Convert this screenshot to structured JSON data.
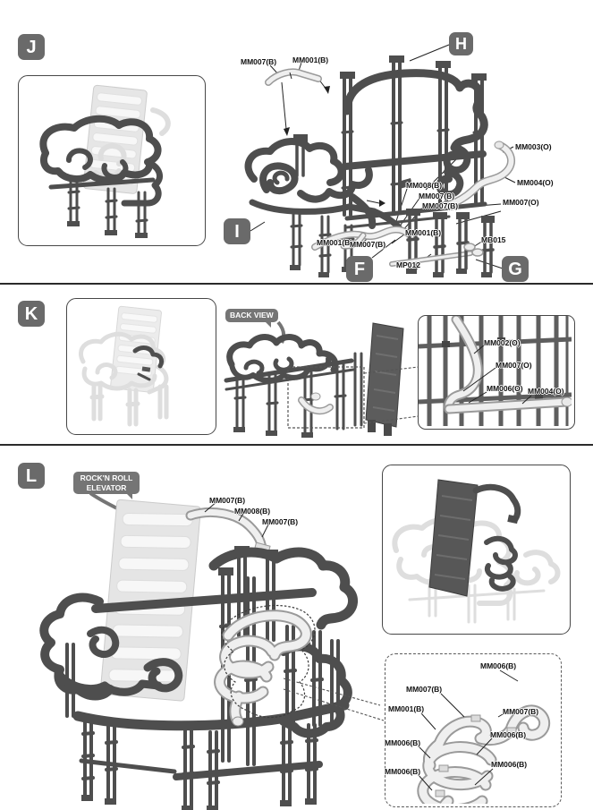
{
  "colors": {
    "badge_bg": "#6a6a6a",
    "bubble_bg": "#757575",
    "text": "#111111",
    "dark_tube": "#4e4e4e",
    "light_tube": "#efefef",
    "ghost": "#dedede",
    "divider": "#2b2b2b"
  },
  "steps": {
    "j": {
      "badge": "J",
      "callout_h": "H",
      "callout_i": "I",
      "callout_f": "F",
      "callout_g": "G",
      "labels": {
        "l1": "MM007(B)",
        "l2": "MM001(B)",
        "l3": "MM003(O)",
        "l4": "MM004(O)",
        "l5": "MM007(O)",
        "l6": "MM008(B)",
        "l7": "MM007(B)",
        "l8": "MM007(B)",
        "l9": "MM001(B)",
        "l10": "MM001(B)",
        "l11": "MM007(B)",
        "l12": "MB015",
        "l13": "MP012"
      }
    },
    "k": {
      "badge": "K",
      "back_view_tag": "BACK VIEW",
      "labels": {
        "l1": "MM002(O)",
        "l2": "MM007(O)",
        "l3": "MM006(O)",
        "l4": "MM004(O)"
      }
    },
    "l": {
      "badge": "L",
      "elevator_tag_line1": "ROCK'N ROLL",
      "elevator_tag_line2": "ELEVATOR",
      "labels": {
        "l1": "MM007(B)",
        "l2": "MM008(B)",
        "l3": "MM007(B)"
      },
      "detail_labels": {
        "d1": "MM006(B)",
        "d2": "MM007(B)",
        "d3": "MM001(B)",
        "d4": "MM007(B)",
        "d5": "MM006(B)",
        "d6": "MM006(B)",
        "d7": "MM006(B)",
        "d8": "MM006(B)"
      }
    }
  }
}
